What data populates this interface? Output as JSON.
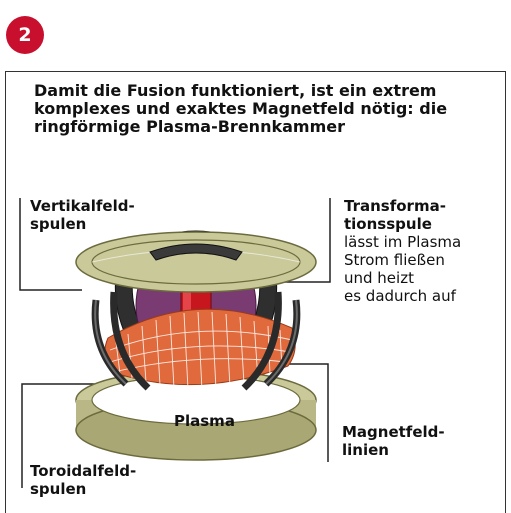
{
  "badge": "2",
  "headline": "Damit die Fusion funktioniert, ist ein extrem komplexes und exaktes Magnetfeld nötig: die ringförmige Plasma-Brennkammer",
  "labels": {
    "vertical_coils_line1": "Vertikalfeld-",
    "vertical_coils_line2": "spulen",
    "transformer_line1": "Transforma-",
    "transformer_line2": "tionsspule",
    "transformer_desc1": "lässt im Plasma",
    "transformer_desc2": "Strom fließen",
    "transformer_desc3": "und heizt",
    "transformer_desc4": "es dadurch auf",
    "plasma": "Plasma",
    "fieldlines_line1": "Magnetfeld-",
    "fieldlines_line2": "linien",
    "toroidal_line1": "Toroidalfeld-",
    "toroidal_line2": "spulen"
  },
  "colors": {
    "badge": "#c8102e",
    "ring": "#c9c99a",
    "coil_dark": "#2a2a2a",
    "plasma_purple": "#7a3a72",
    "plasma_orange": "#e06a3c",
    "transformer_red": "#c8161e"
  }
}
